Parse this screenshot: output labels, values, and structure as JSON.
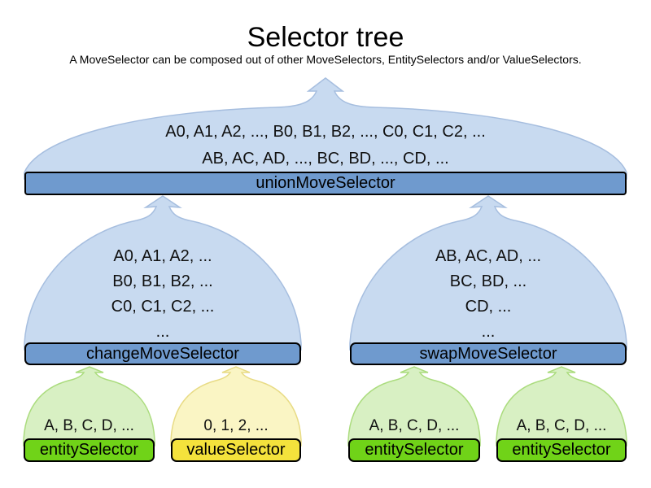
{
  "title": "Selector tree",
  "subtitle": "A MoveSelector can be composed out of other MoveSelectors, EntitySelectors and/or ValueSelectors.",
  "colors": {
    "blue_fill": "#c8daf0",
    "blue_stroke": "#a6bedf",
    "blue_bar": "#6f9ace",
    "green_fill": "#d8f0c3",
    "green_stroke": "#abdc7e",
    "green_bar": "#70d318",
    "yellow_fill": "#faf5c4",
    "yellow_stroke": "#e8db85",
    "yellow_bar": "#f4e23c"
  },
  "tree": {
    "union": {
      "label": "unionMoveSelector",
      "lines": [
        "A0, A1, A2, ..., B0, B1, B2, ..., C0, C1, C2, ...",
        "AB, AC, AD, ..., BC, BD, ..., CD, ..."
      ]
    },
    "change": {
      "label": "changeMoveSelector",
      "lines": [
        "A0, A1, A2, ...",
        "B0, B1, B2, ...",
        "C0, C1, C2, ...",
        "..."
      ]
    },
    "swap": {
      "label": "swapMoveSelector",
      "lines": [
        "AB, AC, AD, ...",
        "BC, BD, ...",
        "CD, ...",
        "..."
      ]
    },
    "entity1": {
      "label": "entitySelector",
      "lines": [
        "A, B, C, D, ..."
      ]
    },
    "value1": {
      "label": "valueSelector",
      "lines": [
        "0, 1, 2, ..."
      ]
    },
    "entity2": {
      "label": "entitySelector",
      "lines": [
        "A, B, C, D, ..."
      ]
    },
    "entity3": {
      "label": "entitySelector",
      "lines": [
        "A, B, C, D, ..."
      ]
    }
  }
}
